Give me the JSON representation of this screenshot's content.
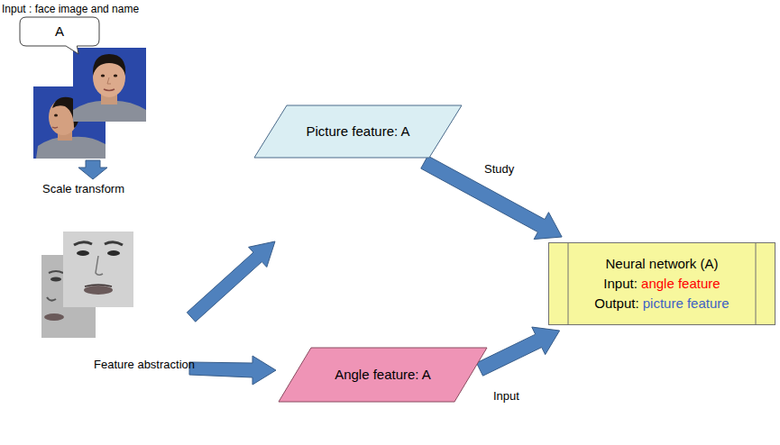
{
  "diagram": {
    "nodes": [
      {
        "text": [
          "A"
        ]
      },
      {
        "text": [
          "Picture feature: A"
        ]
      },
      {
        "text": [
          "Neural network (A)",
          "Input:",
          "angle feature",
          "Output:",
          "picture feature"
        ]
      },
      {
        "text": [
          "Angle feature: A"
        ]
      }
    ],
    "edges": [
      {
        "from": 1,
        "to": 2,
        "label": "Study",
        "arrow": "to"
      },
      {
        "from": 3,
        "to": 2,
        "label": "Input",
        "arrow": "to"
      }
    ],
    "labels": [
      "Input : face image and name",
      "Scale transform",
      "Feature abstraction"
    ]
  }
}
